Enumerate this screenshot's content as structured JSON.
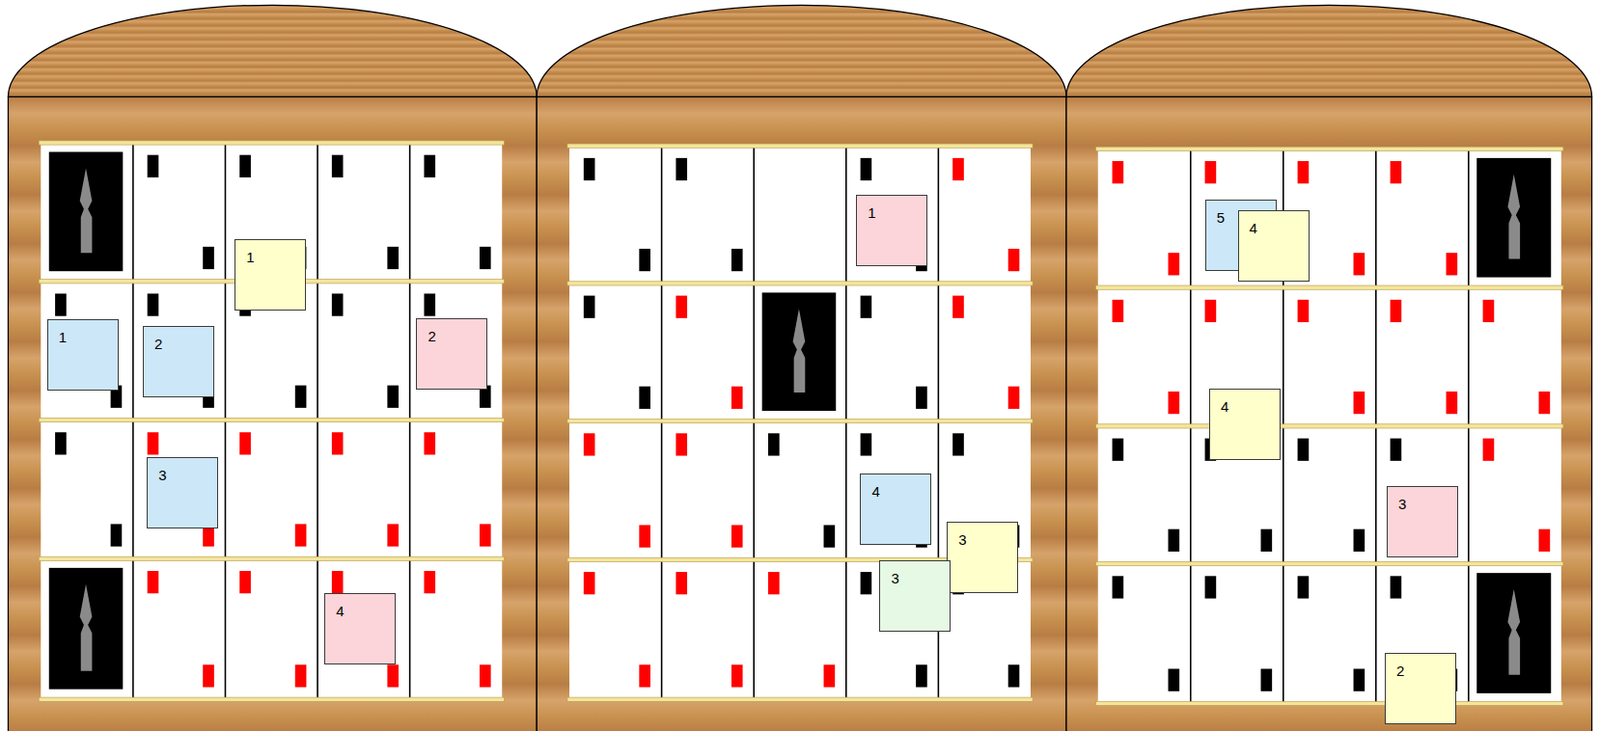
{
  "diagram": {
    "nodes": [
      {
        "text": [
          "1"
        ]
      },
      {
        "text": [
          "1"
        ]
      },
      {
        "text": [
          "2"
        ]
      },
      {
        "text": [
          "2"
        ]
      },
      {
        "text": [
          "3"
        ]
      },
      {
        "text": [
          "4"
        ]
      },
      {
        "text": [
          "1"
        ]
      },
      {
        "text": [
          "4"
        ]
      },
      {
        "text": [
          "3"
        ]
      },
      {
        "text": [
          "3"
        ]
      },
      {
        "text": [
          "5"
        ]
      },
      {
        "text": [
          "4"
        ]
      },
      {
        "text": [
          "4"
        ]
      },
      {
        "text": [
          "3"
        ]
      },
      {
        "text": [
          "2"
        ]
      }
    ]
  }
}
